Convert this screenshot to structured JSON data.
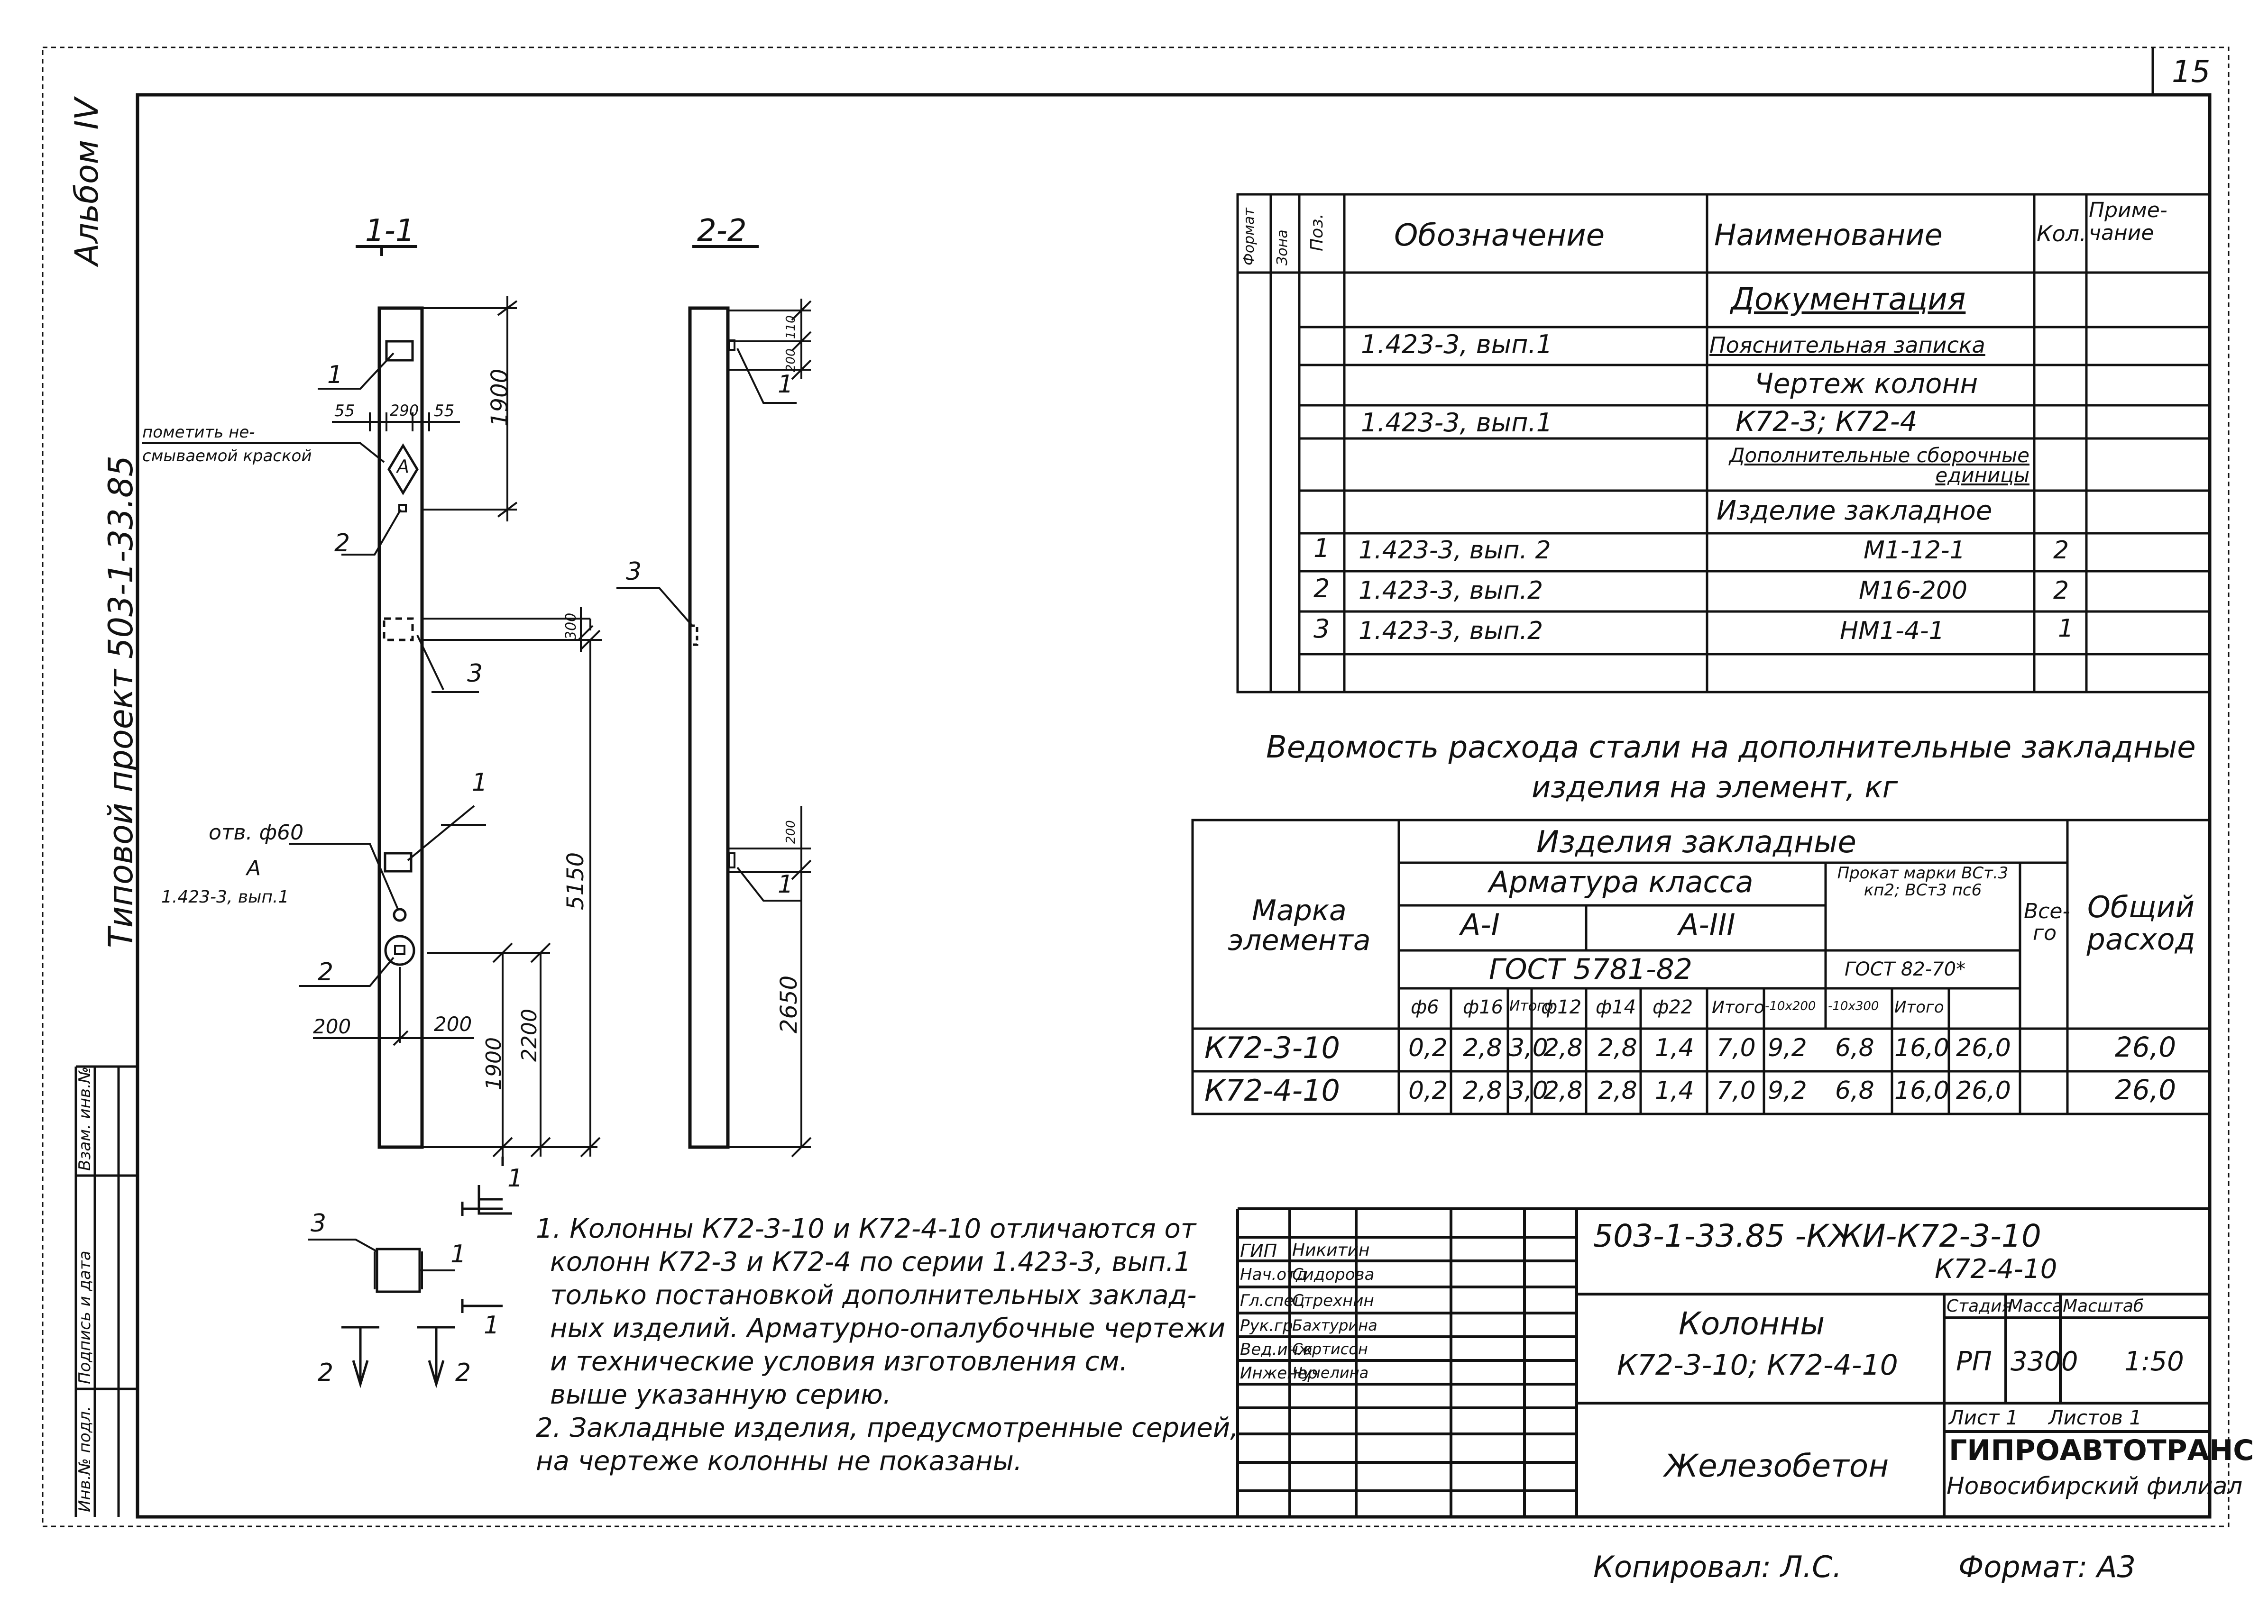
{
  "sheet_number": "15",
  "album": "Альбом IV",
  "project": "Типовой проект 503-1-33.85",
  "side_stamp": [
    "Инв.№ подл.",
    "Подпись и дата",
    "Взам. инв.№"
  ],
  "sections": {
    "s1": "1-1",
    "s2": "2-2",
    "note_paint": [
      "пометить не-",
      "смываемой краской"
    ],
    "marker_a": "А",
    "hole": "отв. ф60",
    "ref_a": [
      "А",
      "1.423-3, вып.1"
    ],
    "callouts": [
      "1",
      "2",
      "3",
      "1",
      "2",
      "1",
      "3",
      "1",
      "3",
      "1",
      "2",
      "2",
      "1",
      "1"
    ],
    "dims": {
      "d55a": "55",
      "d290": "290",
      "d55b": "55",
      "d1900a": "1900",
      "d300a": "300",
      "d5150": "5150",
      "d200a": "200",
      "d200b": "200",
      "d2200": "2200",
      "d1900b": "1900",
      "d110": "110",
      "d200c": "200",
      "d200d": "200",
      "d2650": "2650"
    }
  },
  "spec_table": {
    "headers": [
      "Формат",
      "Зона",
      "Поз.",
      "Обозначение",
      "Наименование",
      "Кол.",
      "Приме-\nчание"
    ],
    "rows": [
      {
        "pos": "",
        "code": "",
        "name": "Документация",
        "qty": ""
      },
      {
        "pos": "",
        "code": "1.423-3, вып.1",
        "name": "Пояснительная записка",
        "qty": ""
      },
      {
        "pos": "",
        "code": "",
        "name": "Чертеж колонн",
        "qty": ""
      },
      {
        "pos": "",
        "code": "1.423-3, вып.1",
        "name": "К72-3; К72-4",
        "qty": ""
      },
      {
        "pos": "",
        "code": "",
        "name": "Дополнительные сборочные единицы",
        "qty": ""
      },
      {
        "pos": "",
        "code": "",
        "name": "Изделие закладное",
        "qty": ""
      },
      {
        "pos": "1",
        "code": "1.423-3, вып. 2",
        "name": "М1-12-1",
        "qty": "2"
      },
      {
        "pos": "2",
        "code": "1.423-3, вып.2",
        "name": "М16-200",
        "qty": "2"
      },
      {
        "pos": "3",
        "code": "1.423-3, вып.2",
        "name": "НМ1-4-1",
        "qty": "1"
      }
    ]
  },
  "steel_title": [
    "Ведомость расхода стали на дополнительные закладные",
    "изделия на элемент, кг"
  ],
  "steel_table": {
    "h_mark": "Марка элемента",
    "h_parts": "Изделия закладные",
    "h_rebar": "Арматура класса",
    "h_ai": "А-I",
    "h_aiii": "А-III",
    "h_gost1": "ГОСТ 5781-82",
    "h_rolled": "Прокат марки ВСт.3 кп2; ВСт3 пс6",
    "h_gost2": "ГОСТ 82-70*",
    "h_all": "Все-го",
    "h_total": "Общий расход",
    "subcols": [
      "ф6",
      "ф16",
      "Итого",
      "ф12",
      "ф14",
      "ф22",
      "Итого",
      "-10х200",
      "-10х300",
      "Итого"
    ],
    "rows": [
      {
        "mark": "К72-3-10",
        "vals": [
          "0,2",
          "2,8",
          "3,0",
          "2,8",
          "2,8",
          "1,4",
          "7,0",
          "9,2",
          "6,8",
          "16,0",
          "26,0"
        ],
        "total": "26,0"
      },
      {
        "mark": "К72-4-10",
        "vals": [
          "0,2",
          "2,8",
          "3,0",
          "2,8",
          "2,8",
          "1,4",
          "7,0",
          "9,2",
          "6,8",
          "16,0",
          "26,0"
        ],
        "total": "26,0"
      }
    ]
  },
  "notes": [
    "1. Колонны К72-3-10 и К72-4-10 отличаются от",
    "колонн К72-3 и К72-4 по серии 1.423-3, вып.1",
    "только постановкой дополнительных заклад-",
    "ных изделий. Арматурно-опалубочные чертежи",
    "и технические условия изготовления см.",
    "выше указанную серию.",
    "2. Закладные изделия, предусмотренные серией,",
    "на чертеже колонны не показаны."
  ],
  "title_block": {
    "code": "503-1-33.85 -КЖИ-К72-3-10",
    "code2": "К72-4-10",
    "roles": [
      "ГИП",
      "Нач.отд",
      "Гл.спец",
      "Рук.гр",
      "Вед.инж",
      "Инженер"
    ],
    "names": [
      "Никитин",
      "Сидорова",
      "Стрехнин",
      "Бахтурина",
      "Сортисон",
      "Чучелина"
    ],
    "title": [
      "Колонны",
      "К72-3-10; К72-4-10"
    ],
    "stage_h": "Стадия",
    "mass_h": "Масса",
    "scale_h": "Масштаб",
    "stage": "РП",
    "mass": "3300",
    "scale": "1:50",
    "sheet": "Лист 1",
    "sheets": "Листов 1",
    "material": "Железобетон",
    "org": [
      "ГИПРОАВТОТРАНС",
      "Новосибирский филиал"
    ]
  },
  "copied": "Копировал: Л.С.",
  "format": "Формат: А3"
}
